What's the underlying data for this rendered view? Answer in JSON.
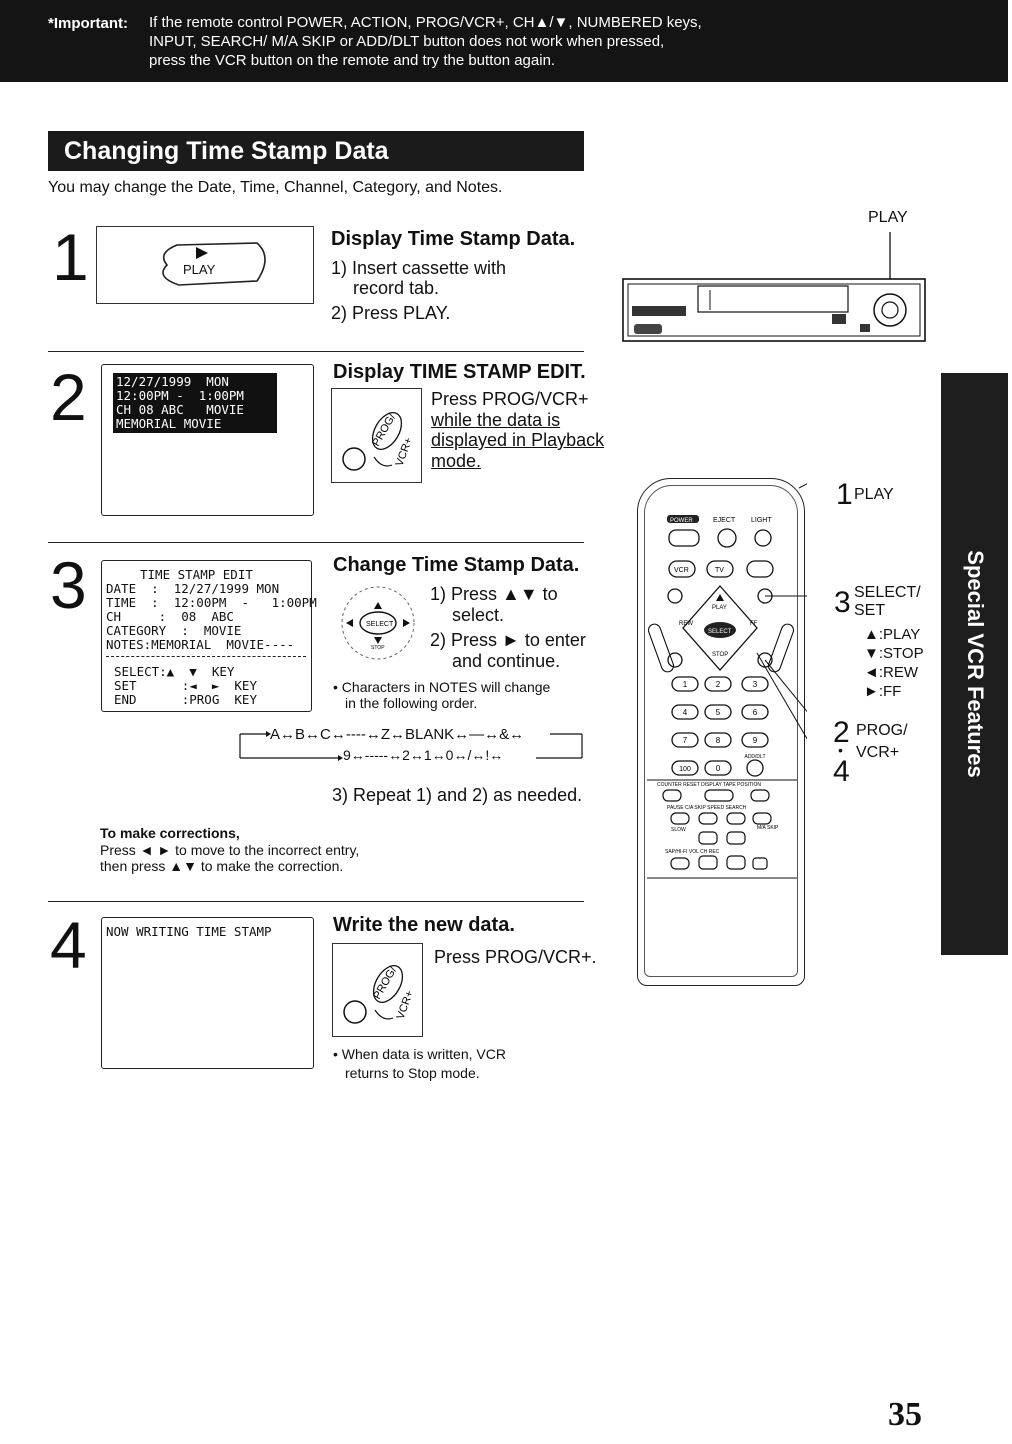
{
  "notice": {
    "label": "*Important:",
    "line1": "If the remote control POWER, ACTION, PROG/VCR+, CH▲/▼, NUMBERED keys,",
    "line2": "INPUT, SEARCH/ M/A SKIP or ADD/DLT button does not work when pressed,",
    "line3": "press the VCR button on the remote and try the button again."
  },
  "section_title": "Changing Time Stamp Data",
  "intro": "You may change the Date, Time, Channel, Category, and Notes.",
  "step1": {
    "number": "1",
    "button_label": "PLAY",
    "heading": "Display Time Stamp Data.",
    "line1a": "1) Insert cassette with",
    "line1b": "record tab.",
    "line2": "2) Press PLAY.",
    "vcr_play_label": "PLAY"
  },
  "step2": {
    "number": "2",
    "osd": [
      "12/27/1999  MON",
      "12:00PM -  1:00PM",
      "CH 08 ABC   MOVIE",
      "MEMORIAL MOVIE"
    ],
    "heading": "Display TIME STAMP EDIT.",
    "press": "Press PROG/VCR+",
    "u1": "while the data is",
    "u2": "displayed in Playback",
    "u3": "mode.",
    "btn_text": "PROG/VCR+"
  },
  "step3": {
    "number": "3",
    "osd": [
      "TIME STAMP EDIT",
      "DATE  :  12/27/1999 MON",
      "TIME  :  12:00PM  -   1:00PM",
      "CH     :  08  ABC",
      "CATEGORY  :  MOVIE",
      "NOTES:MEMORIAL  MOVIE----",
      "SELECT:▲  ▼  KEY",
      "SET      :◄  ►  KEY",
      "END      :PROG  KEY"
    ],
    "heading": "Change Time Stamp Data.",
    "s1a": "1) Press ▲▼ to",
    "s1b": "select.",
    "s2a": "2) Press ► to enter",
    "s2b": "and continue.",
    "bullet_a": "• Characters in NOTES will change",
    "bullet_b": "in the following order.",
    "seq_top": "A↔B↔C↔----↔Z↔BLANK↔—↔&↔",
    "seq_bottom": "9↔-----↔2↔1↔0↔/↔!↔",
    "repeat": "3) Repeat 1) and 2) as needed.",
    "dpad_labels": {
      "select": "SELECT",
      "stop": "STOP"
    }
  },
  "corrections": {
    "title": "To make corrections,",
    "line1": "Press ◄ ► to move to the incorrect entry,",
    "line2": "then press ▲▼ to make the correction."
  },
  "step4": {
    "number": "4",
    "osd": "NOW WRITING TIME STAMP",
    "heading": "Write the new data.",
    "press": "Press PROG/VCR+.",
    "bullet_a": "• When data is written, VCR",
    "bullet_b": "returns to Stop mode.",
    "btn_text": "PROG/VCR+"
  },
  "remote": {
    "labels": {
      "power": "POWER",
      "eject": "EJECT",
      "light": "LIGHT",
      "vcr": "VCR",
      "tv": "TV",
      "play": "PLAY",
      "rew": "REW",
      "ff": "FF",
      "select": "SELECT",
      "stop": "STOP",
      "n1": "1",
      "n2": "2",
      "n3": "3",
      "n4": "4",
      "n5": "5",
      "n6": "6",
      "n7": "7",
      "n8": "8",
      "n9": "9",
      "n100": "100",
      "n0": "0",
      "adddlt": "ADD/DLT",
      "row1": "COUNTER RESET  DISPLAY  TAPE POSITION",
      "row2": "PAUSE  C/A SKIP  SPEED  SEARCH",
      "slow": "SLOW",
      "maskip": "M/A SKIP",
      "row3": "SAP/HI-FI  VOL  CH  REC"
    },
    "callouts": {
      "c1_num": "1",
      "c1_label": "PLAY",
      "c3_num": "3",
      "c3_label_a": "SELECT/",
      "c3_label_b": "SET",
      "k_play": "▲:PLAY",
      "k_stop": "▼:STOP",
      "k_rew": "◄:REW",
      "k_ff": "►:FF",
      "c2_num": "2",
      "c2_dot": "•",
      "c4_num": "4",
      "c2_label_a": "PROG/",
      "c2_label_b": "VCR+"
    }
  },
  "sidebar": "Special VCR Features",
  "page_number": "35"
}
